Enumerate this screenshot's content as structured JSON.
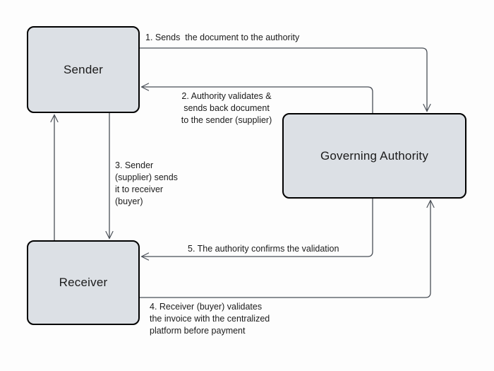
{
  "diagram": {
    "title": "Document validation flow between Sender, Receiver and Governing Authority",
    "background_color": "#fdfdfd",
    "node_fill_color": "#dce0e5",
    "node_border_color": "#000000",
    "edge_color": "#4a4f57",
    "text_color": "#1b1b1b",
    "nodes": [
      {
        "id": "sender",
        "label": "Sender"
      },
      {
        "id": "receiver",
        "label": "Receiver"
      },
      {
        "id": "authority",
        "label": "Governing Authority"
      }
    ],
    "edges": [
      {
        "id": "edge-1",
        "from": "sender",
        "to": "authority",
        "label": "1. Sends  the document to the authority"
      },
      {
        "id": "edge-2",
        "from": "authority",
        "to": "sender",
        "label": "2. Authority validates &\nsends back document\nto the sender (supplier)"
      },
      {
        "id": "edge-3",
        "from": "sender",
        "to": "receiver",
        "label": "3. Sender\n(supplier) sends\nit to receiver\n(buyer)"
      },
      {
        "id": "edge-4",
        "from": "receiver",
        "to": "authority",
        "label": "4. Receiver (buyer) validates\nthe invoice with the centralized\nplatform before payment"
      },
      {
        "id": "edge-5",
        "from": "authority",
        "to": "receiver",
        "label": "5. The authority confirms the validation"
      },
      {
        "id": "edge-6",
        "from": "receiver",
        "to": "sender",
        "label": ""
      }
    ]
  }
}
